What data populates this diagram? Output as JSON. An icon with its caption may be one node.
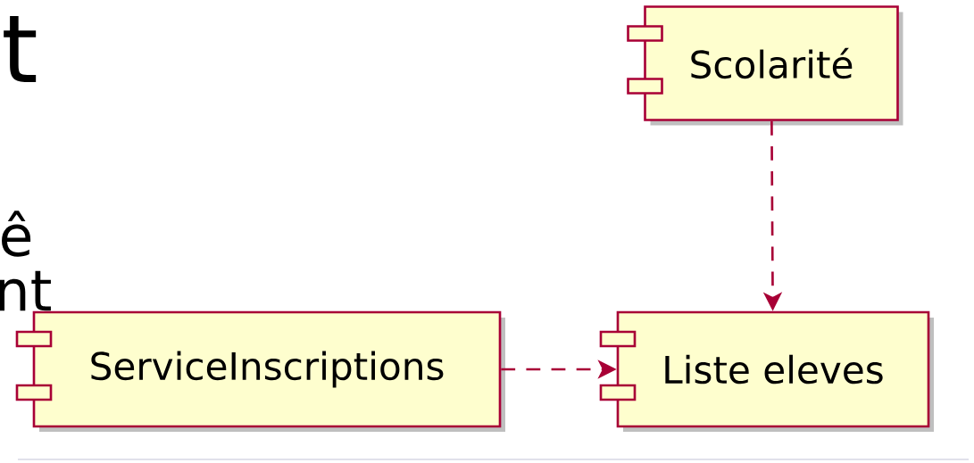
{
  "diagram": {
    "nodes": [
      {
        "text": [
          "Scolarité"
        ]
      },
      {
        "text": [
          "ServiceInscriptions"
        ]
      },
      {
        "text": [
          "Liste eleves"
        ]
      }
    ],
    "edges": [
      {
        "from": 0,
        "to": 2,
        "arrow": "to",
        "style": "dashed"
      },
      {
        "from": 1,
        "to": 2,
        "arrow": "to",
        "style": "dashed"
      }
    ],
    "labels": [
      "t",
      "ê",
      "nt"
    ]
  }
}
